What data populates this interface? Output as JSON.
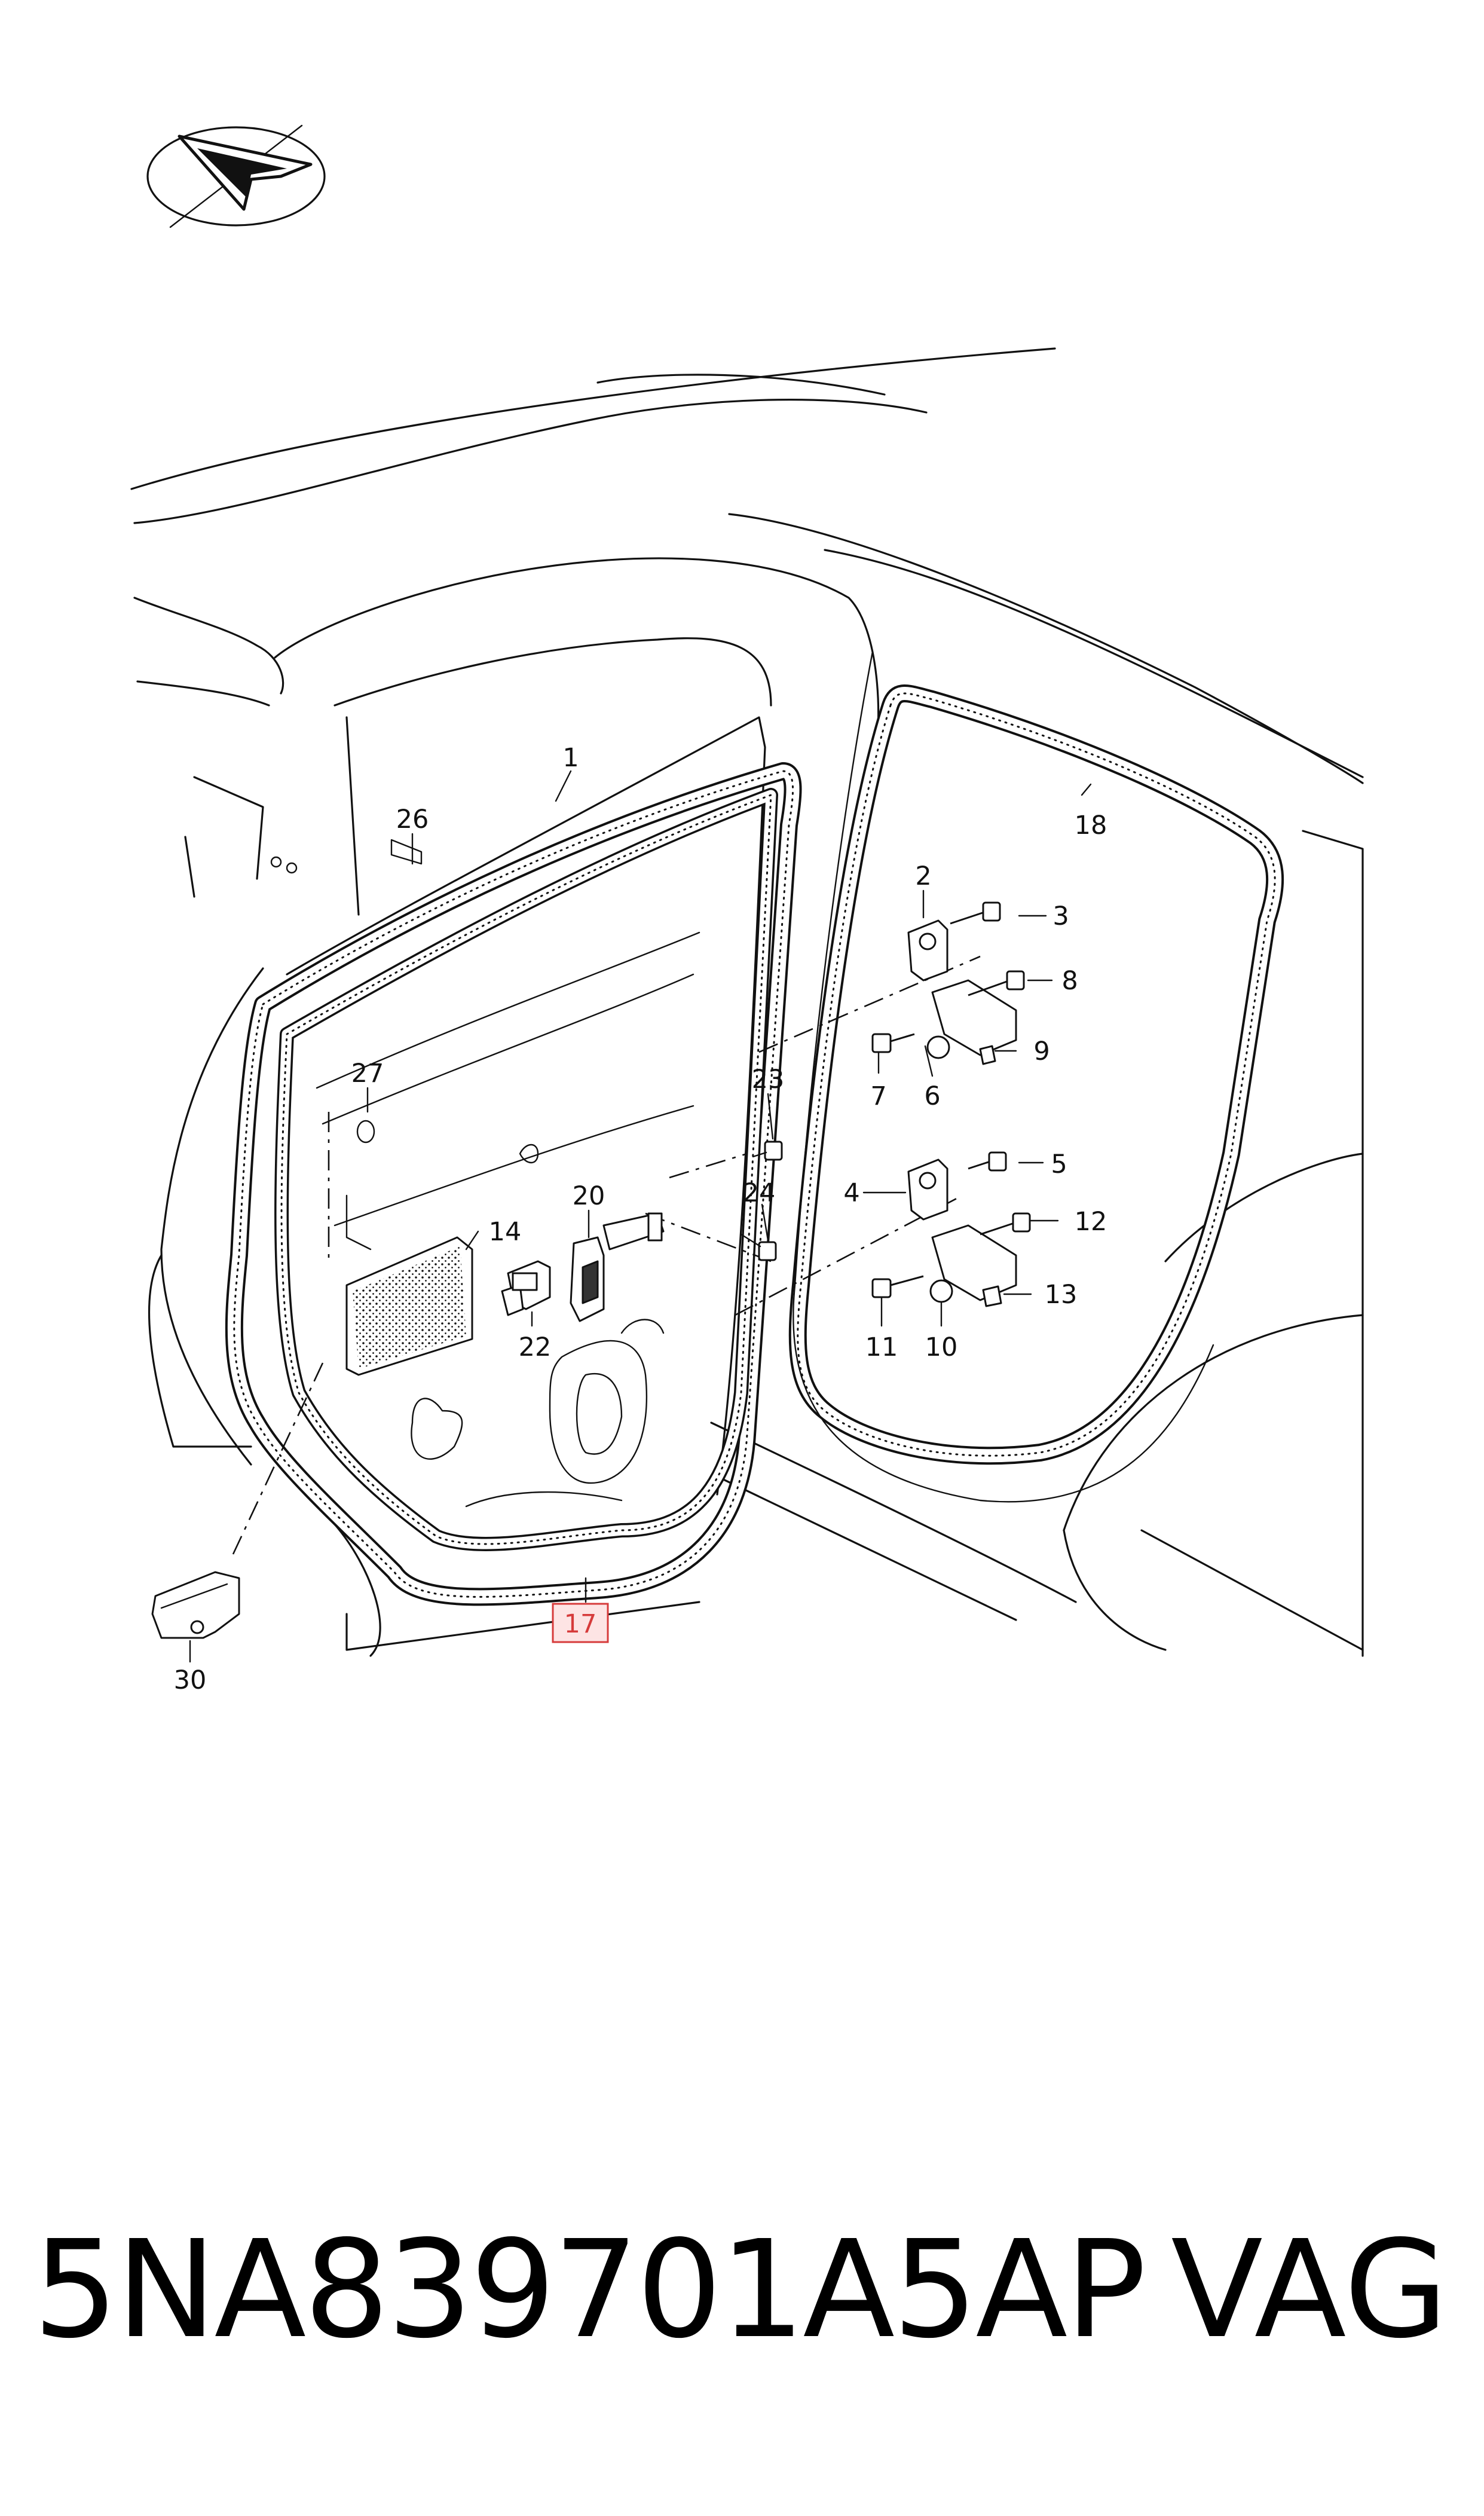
{
  "labels": {
    "l1": "1",
    "l2": "2",
    "l3": "3",
    "l4": "4",
    "l5": "5",
    "l6": "6",
    "l7": "7",
    "l8": "8",
    "l9": "9",
    "l10": "10",
    "l11": "11",
    "l12": "12",
    "l13": "13",
    "l14": "14",
    "l17": "17",
    "l18": "18",
    "l20": "20",
    "l22": "22",
    "l23": "23",
    "l24": "24",
    "l26": "26",
    "l27": "27",
    "l30": "30"
  },
  "highlight_color": "#d63b3b",
  "footer": {
    "part_number": "5NA839701A5AP",
    "brand": "VAG"
  }
}
